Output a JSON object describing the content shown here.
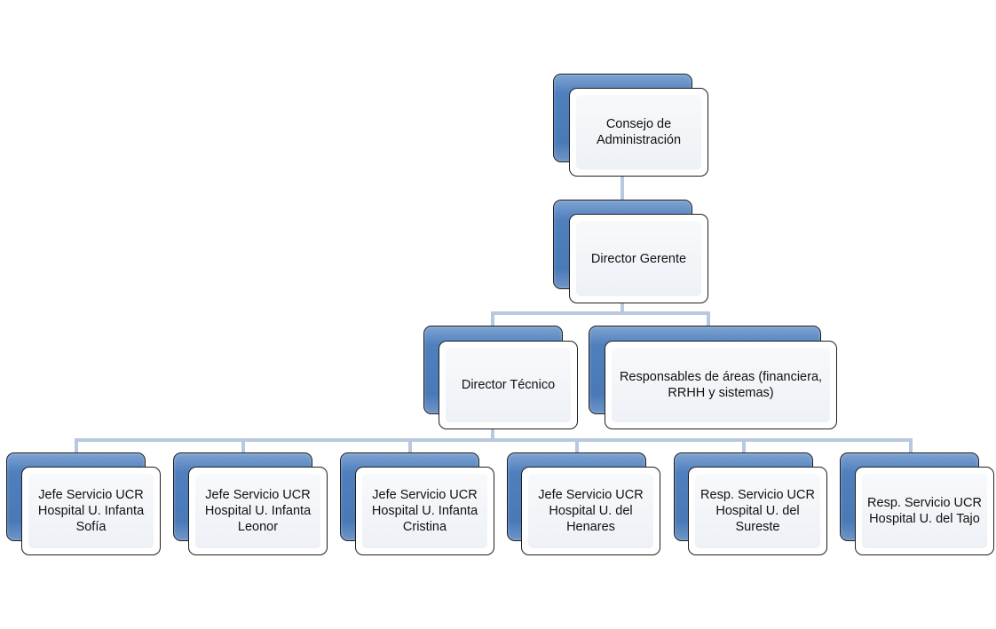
{
  "org_chart": {
    "nodes": [
      {
        "id": "consejo",
        "label": "Consejo de\nAdministración",
        "parent": null
      },
      {
        "id": "director-gerente",
        "label": "Director Gerente",
        "parent": "consejo"
      },
      {
        "id": "director-tecnico",
        "label": "Director Técnico",
        "parent": "director-gerente"
      },
      {
        "id": "responsables-areas",
        "label": "Responsables de áreas (financiera,\nRRHH y sistemas)",
        "parent": "director-gerente"
      },
      {
        "id": "jefe-infanta-sofia",
        "label": "Jefe Servicio UCR\nHospital U. Infanta\nSofía",
        "parent": "director-tecnico"
      },
      {
        "id": "jefe-infanta-leonor",
        "label": "Jefe Servicio UCR\nHospital U. Infanta\nLeonor",
        "parent": "director-tecnico"
      },
      {
        "id": "jefe-infanta-cristina",
        "label": "Jefe Servicio UCR\nHospital U. Infanta\nCristina",
        "parent": "director-tecnico"
      },
      {
        "id": "jefe-henares",
        "label": "Jefe Servicio UCR\nHospital U. del\nHenares",
        "parent": "director-tecnico"
      },
      {
        "id": "resp-sureste",
        "label": "Resp. Servicio UCR\nHospital U. del\nSureste",
        "parent": "director-tecnico"
      },
      {
        "id": "resp-tajo",
        "label": "Resp. Servicio UCR\nHospital U. del Tajo",
        "parent": "director-tecnico"
      }
    ],
    "colors": {
      "back_card": "#4f7fbd",
      "connector": "#b8c8de",
      "border": "#1f1f1f",
      "front_card": "#ffffff"
    }
  }
}
